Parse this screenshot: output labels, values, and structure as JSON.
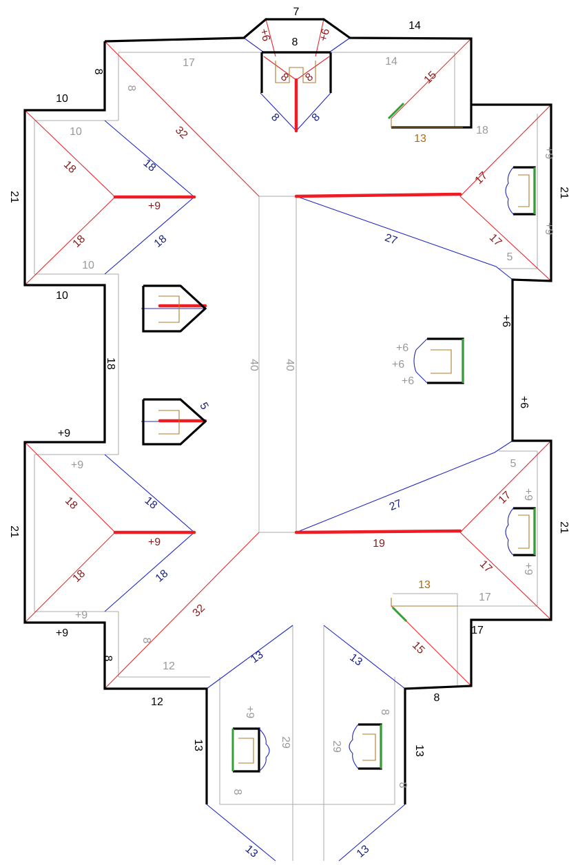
{
  "colors": {
    "outline": "#000000",
    "hip": "#e8262b",
    "valley": "#1f27c4",
    "ridge": "#ee1c23",
    "flashing": "#33a033",
    "wall": "#aaaaaa",
    "gable": "#b27a2a",
    "label_black": "#000000",
    "label_red": "#8b1a1a",
    "label_blue": "#1a237e",
    "label_gray": "#999999",
    "label_brown": "#b36b00"
  },
  "labels": {
    "black": {
      "top_7": "7",
      "top_8": "8",
      "top_14": "14",
      "left_8": "8",
      "left_10a": "10",
      "left_21a": "21",
      "left_10b": "10",
      "left_18": "18",
      "left_p9a": "+9",
      "left_21b": "21",
      "left_p9b": "+9",
      "left_8b": "8",
      "bottom_12": "12",
      "bottom_13a": "13",
      "bottom_13b": "13",
      "right_8": "8",
      "right_17": "17",
      "right_21a": "21",
      "right_21b": "21",
      "right_p6a": "+6",
      "right_p6b": "+6"
    },
    "red": {
      "top_p6a": "+6",
      "top_p6b": "+6",
      "dormer_8a": "8",
      "dormer_8b": "8",
      "hip_15a": "15",
      "hip_32a": "32",
      "hip_18a": "18",
      "hip_18b": "18",
      "ridge_p9a": "+9",
      "hip_17a": "17",
      "hip_17b": "17",
      "hip_18c": "18",
      "hip_18d": "18",
      "ridge_p9b": "+9",
      "hip_32b": "32",
      "ridge_19": "19",
      "hip_17c": "17",
      "hip_17d": "17",
      "hip_15b": "15"
    },
    "blue": {
      "dormer_8a": "8",
      "dormer_8b": "8",
      "valley_18a": "18",
      "valley_18b": "18",
      "valley_27a": "27",
      "valley_5": "5",
      "valley_18c": "18",
      "valley_18d": "18",
      "valley_27b": "27",
      "valley_13a": "13",
      "valley_13b": "13",
      "valley_13c": "13",
      "valley_13d": "13"
    },
    "gray": {
      "wall_17": "17",
      "wall_14": "14",
      "wall_8a": "8",
      "wall_10a": "10",
      "wall_10b": "10",
      "wall_18": "18",
      "wall_p9a": "+9",
      "wall_p9b": "+9",
      "wall_p9c": "+9",
      "wall_p9d": "+9",
      "wall_5a": "5",
      "wall_5b": "5",
      "wall_40a": "40",
      "wall_40b": "40",
      "wall_p6a": "+6",
      "wall_p6b": "+6",
      "wall_p6c": "+6",
      "wall_p9e": "+9",
      "wall_p9f": "+9",
      "wall_17b": "17",
      "wall_8b": "8",
      "wall_12": "12",
      "wall_p9g": "+9",
      "wall_29a": "29",
      "wall_29b": "29",
      "wall_8c": "8",
      "wall_8d": "8",
      "wall_8e": "8"
    },
    "brown": {
      "gable_13a": "13",
      "gable_13b": "13"
    }
  }
}
